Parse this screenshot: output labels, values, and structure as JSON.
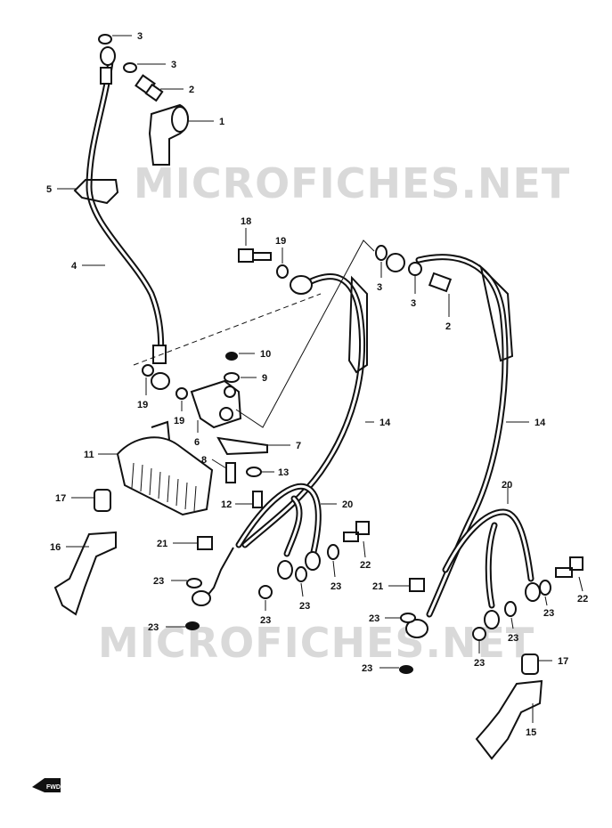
{
  "watermark": "MICROFICHES.NET",
  "fwd_label": "FWD",
  "callouts": [
    "1",
    "2",
    "3",
    "4",
    "5",
    "6",
    "7",
    "8",
    "9",
    "10",
    "11",
    "12",
    "13",
    "14",
    "15",
    "16",
    "17",
    "18",
    "19",
    "20",
    "21",
    "22",
    "23"
  ]
}
